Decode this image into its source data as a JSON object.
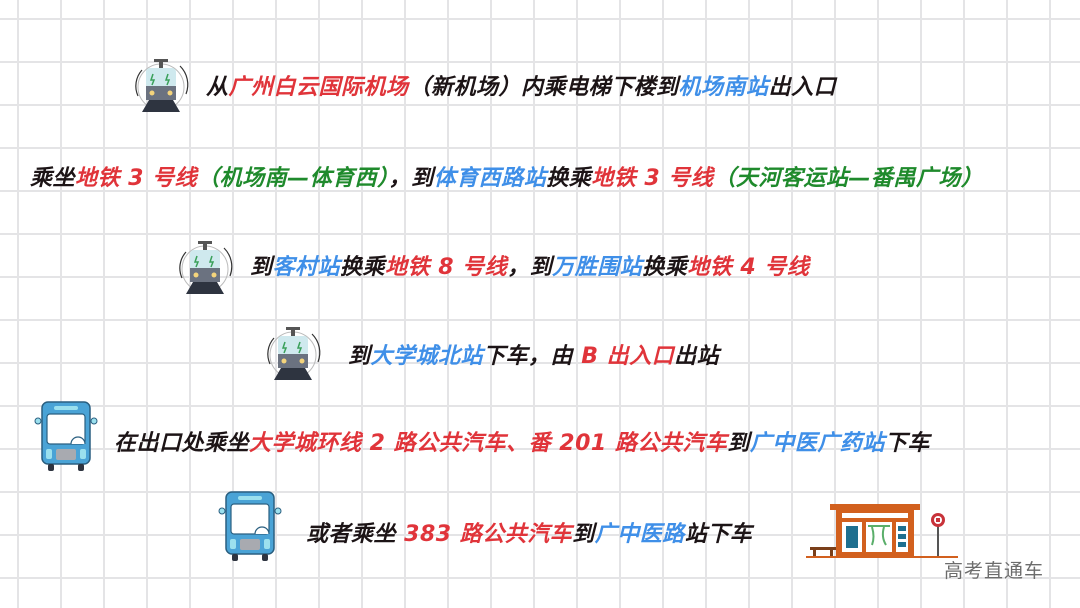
{
  "rows": [
    {
      "icon": "metro-train-icon",
      "segments": [
        {
          "text": "从",
          "color": "dark"
        },
        {
          "text": "广州白云国际机场",
          "color": "red"
        },
        {
          "text": "（新机场）内乘电梯下楼到",
          "color": "dark"
        },
        {
          "text": "机场南站",
          "color": "blue"
        },
        {
          "text": "出入口",
          "color": "dark"
        }
      ]
    },
    {
      "icon": null,
      "segments": [
        {
          "text": "乘坐",
          "color": "dark"
        },
        {
          "text": "地铁 3 号线",
          "color": "red"
        },
        {
          "text": "（机场南—体育西）",
          "color": "green"
        },
        {
          "text": "，到",
          "color": "dark"
        },
        {
          "text": "体育西路站",
          "color": "blue"
        },
        {
          "text": "换乘",
          "color": "dark"
        },
        {
          "text": "地铁 3 号线",
          "color": "red"
        },
        {
          "text": "（天河客运站—番禺广场）",
          "color": "green"
        }
      ]
    },
    {
      "icon": "metro-train-icon",
      "segments": [
        {
          "text": "到",
          "color": "dark"
        },
        {
          "text": "客村站",
          "color": "blue"
        },
        {
          "text": "换乘",
          "color": "dark"
        },
        {
          "text": "地铁 8 号线",
          "color": "red"
        },
        {
          "text": "，到",
          "color": "dark"
        },
        {
          "text": "万胜围站",
          "color": "blue"
        },
        {
          "text": "换乘",
          "color": "dark"
        },
        {
          "text": "地铁 4 号线",
          "color": "red"
        }
      ]
    },
    {
      "icon": "metro-train-icon",
      "segments": [
        {
          "text": "到",
          "color": "dark"
        },
        {
          "text": "大学城北站",
          "color": "blue"
        },
        {
          "text": "下车，由 ",
          "color": "dark"
        },
        {
          "text": "B 出入口",
          "color": "red"
        },
        {
          "text": "出站",
          "color": "dark"
        }
      ]
    },
    {
      "icon": "bus-icon",
      "segments": [
        {
          "text": "在出口处乘坐",
          "color": "dark"
        },
        {
          "text": "大学城环线 2 路公共汽车、番 201 路公共汽车",
          "color": "red"
        },
        {
          "text": "到",
          "color": "dark"
        },
        {
          "text": "广中医广药站",
          "color": "blue"
        },
        {
          "text": "下车",
          "color": "dark"
        }
      ]
    },
    {
      "icon": "bus-icon",
      "segments": [
        {
          "text": "或者乘坐 ",
          "color": "dark"
        },
        {
          "text": "383 路公共汽车",
          "color": "red"
        },
        {
          "text": "到",
          "color": "dark"
        },
        {
          "text": "广中医路",
          "color": "blue"
        },
        {
          "text": "站下车",
          "color": "dark"
        }
      ]
    }
  ],
  "decorations": {
    "bus_stop": "bus-stop-shelter-icon"
  },
  "watermark": "高考直通车",
  "colors": {
    "red": "#e0343a",
    "blue": "#3f8fe8",
    "green": "#1f8a2c",
    "dark": "#1c1416",
    "bus_blue": "#4aa3d6",
    "shelter_orange": "#d2601e"
  }
}
